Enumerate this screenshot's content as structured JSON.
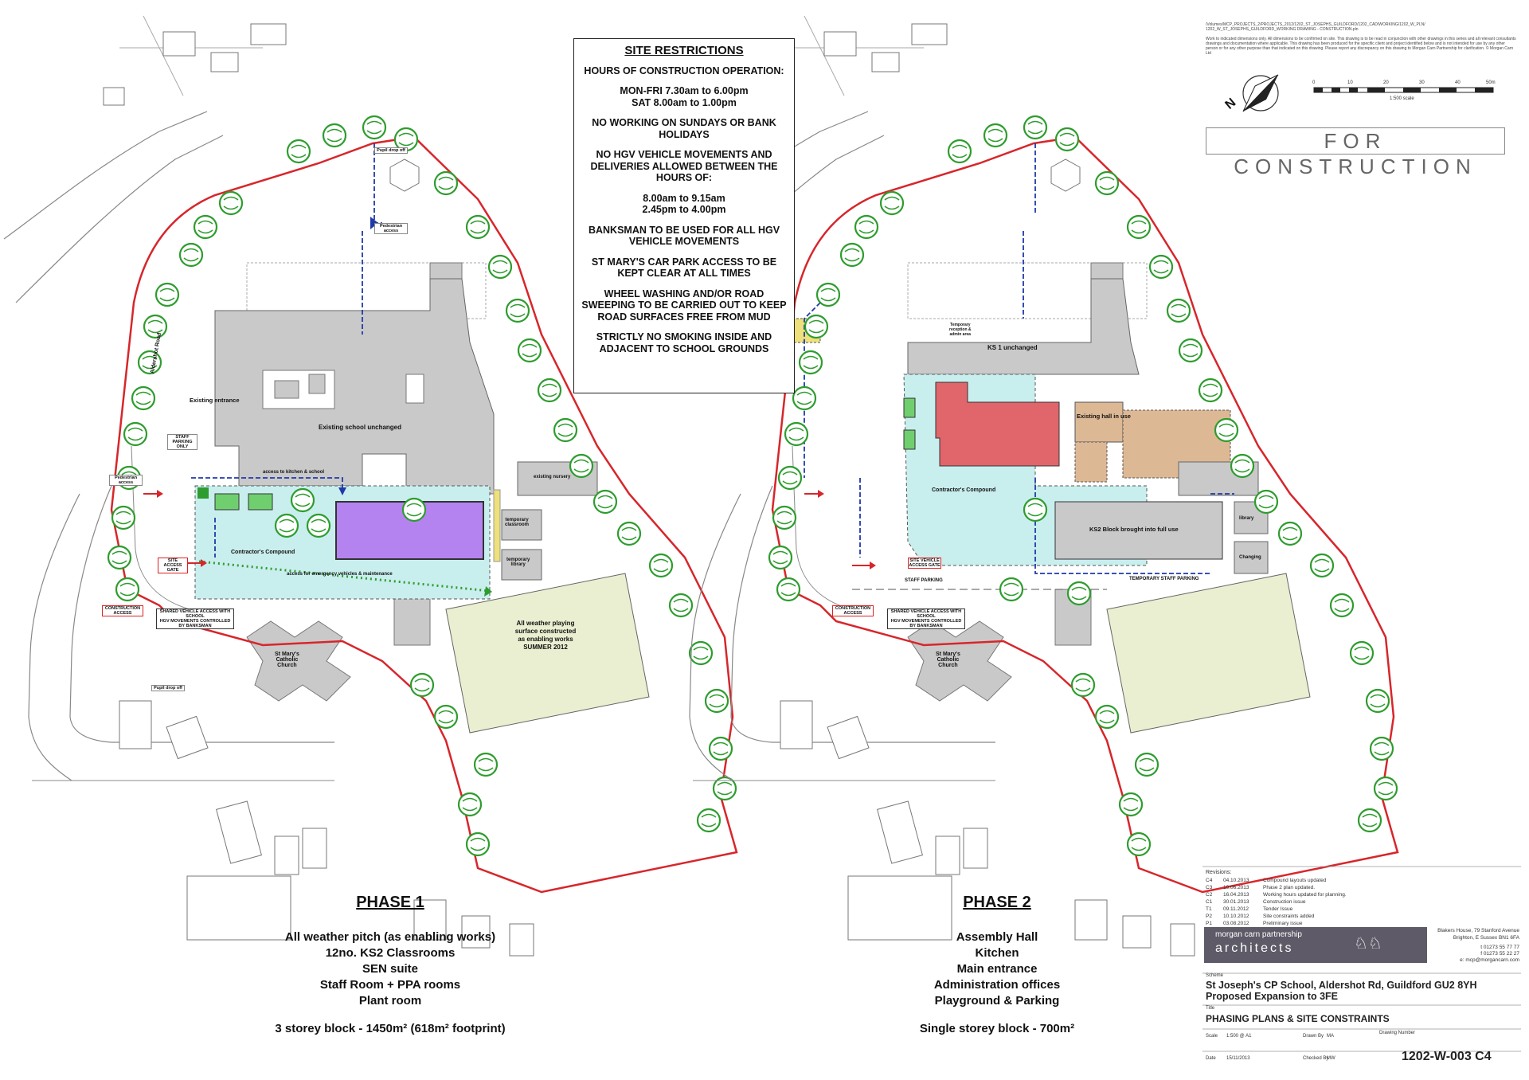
{
  "site_restrictions": {
    "title": "SITE RESTRICTIONS",
    "lines": [
      "HOURS OF CONSTRUCTION OPERATION:",
      "MON-FRI 7.30am to 6.00pm\nSAT 8.00am to 1.00pm",
      "NO WORKING ON SUNDAYS OR BANK\nHOLIDAYS",
      "NO HGV VEHICLE MOVEMENTS AND\nDELIVERIES ALLOWED BETWEEN THE\nHOURS OF:",
      "8.00am to 9.15am\n2.45pm to 4.00pm",
      "BANKSMAN TO BE USED FOR ALL HGV\nVEHICLE MOVEMENTS",
      "ST MARY'S CAR PARK ACCESS TO BE\nKEPT CLEAR AT ALL TIMES",
      "WHEEL WASHING AND/OR ROAD\nSWEEPING TO BE CARRIED OUT TO KEEP\nROAD SURFACES FREE FROM MUD",
      "STRICTLY NO SMOKING INSIDE AND\nADJACENT TO SCHOOL GROUNDS"
    ]
  },
  "phase1": {
    "heading": "PHASE 1",
    "items": [
      "All weather pitch (as enabling works)",
      "12no. KS2 Classrooms",
      "SEN suite",
      "Staff Room + PPA rooms",
      "Plant room"
    ],
    "footprint": "3 storey block - 1450m² (618m² footprint)"
  },
  "phase2": {
    "heading": "PHASE 2",
    "items": [
      "Assembly Hall",
      "Kitchen",
      "Main entrance",
      "Administration offices",
      "Playground & Parking"
    ],
    "footprint": "Single storey block - 700m²"
  },
  "plan1_labels": {
    "road": "Aldershot Road",
    "existing_entrance": "Existing entrance",
    "existing_school": "Existing school unchanged",
    "staff_parking": "STAFF\nPARKING\nONLY",
    "pedestrian_access": "Pedestrian\naccess",
    "pupil_dropoff": "Pupil drop off",
    "access_kitchen": "access to kitchen & school",
    "contractors_compound": "Contractor's Compound",
    "site_access_gate": "SITE ACCESS\nGATE",
    "construction_access": "CONSTRUCTION\nACCESS",
    "shared_access": "SHARED VEHICLE ACCESS WITH SCHOOL\nHGV MOVEMENTS CONTROLLED\nBY BANKSMAN",
    "emergency_access": "access for emergency vehicles & maintenance",
    "existing_nursery": "existing nursery",
    "temporary_classroom": "temporary\nclassroom",
    "temporary_library": "temporary\nlibrary",
    "church": "St Mary's\nCatholic\nChurch",
    "pitch": "All weather playing\nsurface constructed\nas enabling works\nSUMMER 2012"
  },
  "plan2_labels": {
    "ks1": "KS 1 unchanged",
    "existing_hall": "Existing hall in use",
    "ks2": "KS2 Block brought into full use",
    "contractors_compound": "Contractor's Compound",
    "staff_parking": "STAFF PARKING",
    "temporary_staff_parking": "TEMPORARY STAFF PARKING",
    "temporary_reception": "Temporary\nreception &\nadmin area",
    "site_vehicle_access": "SITE VEHICLE\nACCESS GATE",
    "construction_access": "CONSTRUCTION\nACCESS",
    "shared_access": "SHARED VEHICLE ACCESS WITH SCHOOL\nHGV MOVEMENTS CONTROLLED\nBY BANKSMAN",
    "library": "library",
    "changing": "Changing",
    "church": "St Mary's\nCatholic\nChurch"
  },
  "header_notes": {
    "path": "/Volumes/MCP_PROJECTS_2/PROJECTS_2012/1202_ST_JOSEPHS_GUILDFORD/1202_CAD/WORKING/1202_W_PLN/\n1202_W_ST_JOSEPHS_GUILDFORD_WORKING DRAWING - CONSTRUCTION.pln",
    "note": "Work to indicated dimensions only. All dimensions to be confirmed on site. This drawing is to be read in conjunction with other drawings in this series and all relevant consultants drawings and documentation where applicable. This drawing has been produced for the specific client and project identified below and is not intended for use by any other person or for any other purpose than that indicated on this drawing. Please report any discrepancy on this drawing to Morgan Carn Partnership for clarification. © Morgan Carn Ltd",
    "scale_ticks": [
      "0",
      "10",
      "20",
      "30",
      "40",
      "50m"
    ],
    "scale_caption": "1:500 scale",
    "north": "N",
    "for_construction": "FOR CONSTRUCTION"
  },
  "revisions": {
    "title": "Revisions:",
    "rows": [
      [
        "C4",
        "04.10.2013",
        "Compound layouts updated"
      ],
      [
        "C3",
        "19.06.2013",
        "Phase 2 plan updated."
      ],
      [
        "C2",
        "16.04.2013",
        "Working hours updated for planning."
      ],
      [
        "C1",
        "30.01.2013",
        "Construction issue"
      ],
      [
        "T1",
        "09.11.2012",
        "Tender Issue"
      ],
      [
        "P2",
        "10.10.2012",
        "Site constraints added"
      ],
      [
        "P1",
        "03.08.2012",
        "Preliminary issue"
      ]
    ]
  },
  "title_block": {
    "firm_line1": "morgan carn partnership",
    "firm_line2": "architects",
    "address": "Blakers House, 79 Stanford Avenue\nBrighton, E Sussex BN1 6FA",
    "tel": "t 01273 55 77 77\nf 01273 55 22 27\ne: mcp@morgancarn.com",
    "scheme_label": "Scheme",
    "scheme": "St Joseph's CP School, Aldershot Rd, Guildford GU2 8YH\nProposed Expansion to 3FE",
    "title_label": "Title",
    "title": "PHASING PLANS & SITE CONSTRAINTS",
    "scale_label": "Scale",
    "scale": "1:500 @ A1",
    "drawn_label": "Drawn By",
    "drawn": "MA",
    "drawing_no_label": "Drawing Number",
    "date_label": "Date",
    "date": "15/11/2013",
    "checked_label": "Checked By",
    "checked": "MW",
    "drawing_no": "1202-W-003 C4"
  },
  "colors": {
    "boundary": "#d7262b",
    "tree": "#2e9c2e",
    "building": "#c9c9c9",
    "compound": "#c9eeee",
    "new_block": "#b583f0",
    "pitch": "#e9efd0",
    "hall_new": "#e0666c",
    "existing_hall": "#ddb894",
    "access_route": "#1f3aa8"
  }
}
